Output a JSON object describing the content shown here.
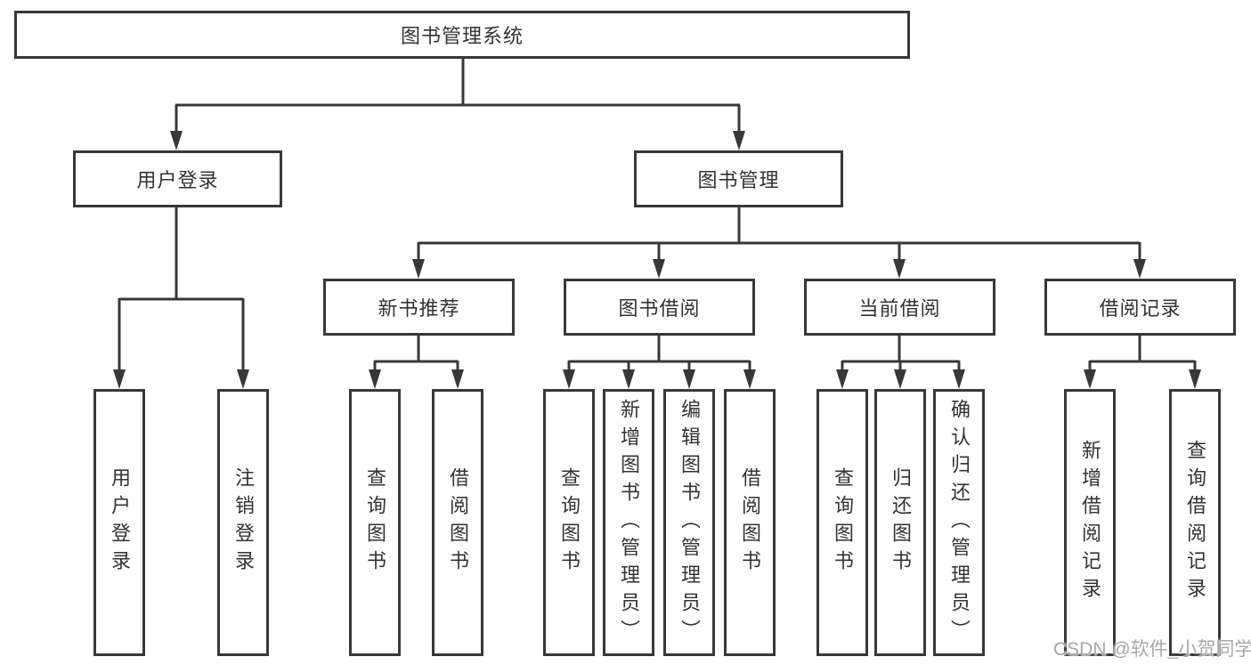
{
  "diagram": {
    "root": {
      "label": "图书管理系统"
    },
    "branches": [
      {
        "label": "用户登录",
        "children": [
          {
            "label": "用户登录"
          },
          {
            "label": "注销登录"
          }
        ]
      },
      {
        "label": "图书管理",
        "children": [
          {
            "label": "新书推荐",
            "children": [
              {
                "label": "查询图书"
              },
              {
                "label": "借阅图书"
              }
            ]
          },
          {
            "label": "图书借阅",
            "children": [
              {
                "label": "查询图书"
              },
              {
                "label": "新增图书（管理员）"
              },
              {
                "label": "编辑图书（管理员）"
              },
              {
                "label": "借阅图书"
              }
            ]
          },
          {
            "label": "当前借阅",
            "children": [
              {
                "label": "查询图书"
              },
              {
                "label": "归还图书"
              },
              {
                "label": "确认归还（管理员）"
              }
            ]
          },
          {
            "label": "借阅记录",
            "children": [
              {
                "label": "新增借阅记录"
              },
              {
                "label": "查询借阅记录"
              }
            ]
          }
        ]
      }
    ]
  },
  "watermark": {
    "text": "CSDN @软件_小贺同学"
  },
  "colors": {
    "line": "#383838",
    "box_border": "#383838",
    "text": "#333333",
    "background": "#ffffff",
    "watermark": "#a9a9a9"
  }
}
